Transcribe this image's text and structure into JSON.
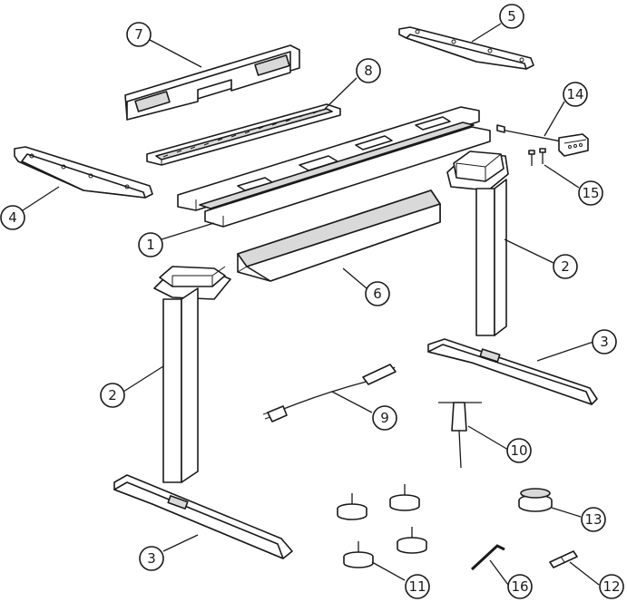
{
  "diagram": {
    "callouts": [
      {
        "id": "c7",
        "label": "7"
      },
      {
        "id": "c5",
        "label": "5"
      },
      {
        "id": "c8",
        "label": "8"
      },
      {
        "id": "c14",
        "label": "14"
      },
      {
        "id": "c4",
        "label": "4"
      },
      {
        "id": "c15",
        "label": "15"
      },
      {
        "id": "c1",
        "label": "1"
      },
      {
        "id": "c2r",
        "label": "2"
      },
      {
        "id": "c6",
        "label": "6"
      },
      {
        "id": "c3r",
        "label": "3"
      },
      {
        "id": "c2l",
        "label": "2"
      },
      {
        "id": "c9",
        "label": "9"
      },
      {
        "id": "c10",
        "label": "10"
      },
      {
        "id": "c13",
        "label": "13"
      },
      {
        "id": "c3l",
        "label": "3"
      },
      {
        "id": "c11",
        "label": "11"
      },
      {
        "id": "c16",
        "label": "16"
      },
      {
        "id": "c12",
        "label": "12"
      }
    ]
  }
}
